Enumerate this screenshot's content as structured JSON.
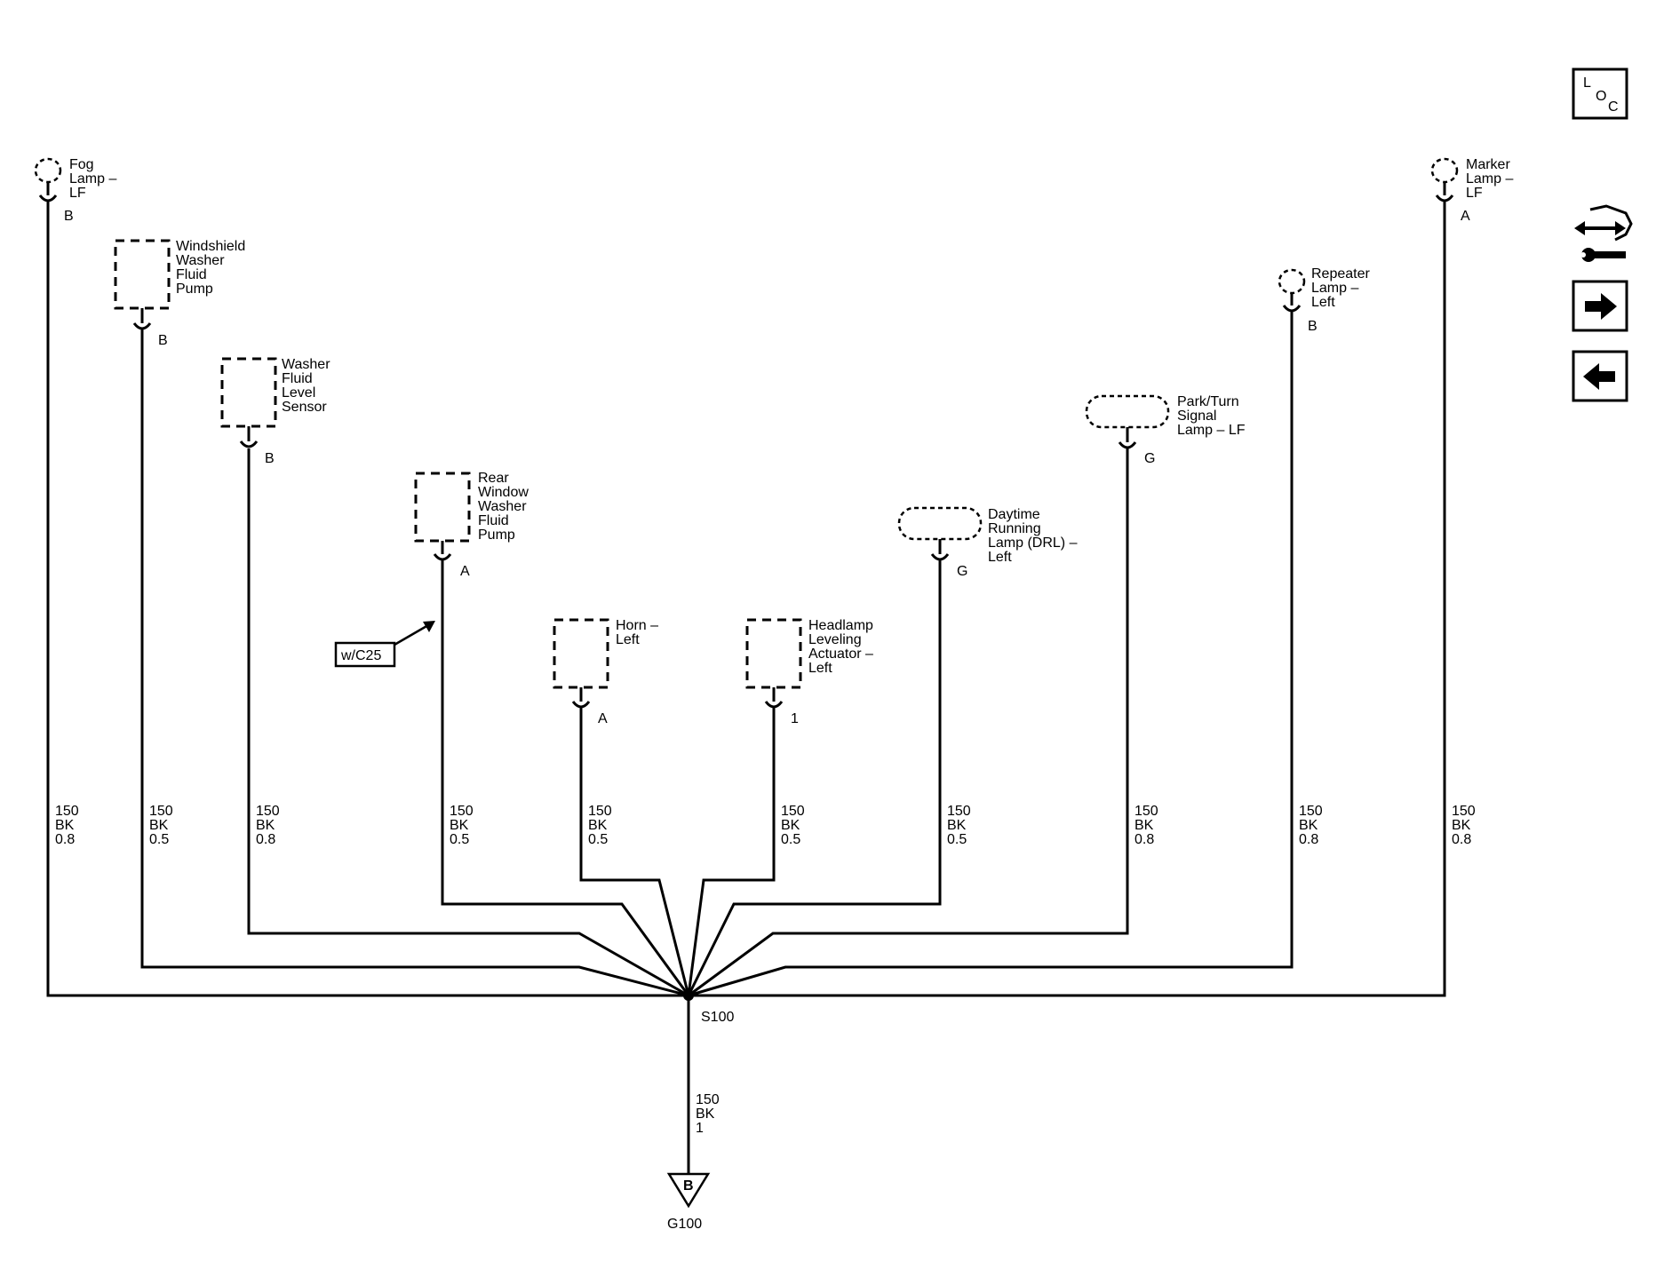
{
  "components": [
    {
      "id": "fog-lamp-lf",
      "lines": [
        "Fog",
        "Lamp –",
        "LF"
      ],
      "pin": "B",
      "wire": [
        "150",
        "BK",
        "0.8"
      ]
    },
    {
      "id": "windshield-washer-fluid-pump",
      "lines": [
        "Windshield",
        "Washer",
        "Fluid",
        "Pump"
      ],
      "pin": "B",
      "wire": [
        "150",
        "BK",
        "0.5"
      ]
    },
    {
      "id": "washer-fluid-level-sensor",
      "lines": [
        "Washer",
        "Fluid",
        "Level",
        "Sensor"
      ],
      "pin": "B",
      "wire": [
        "150",
        "BK",
        "0.8"
      ]
    },
    {
      "id": "rear-window-washer-fluid-pump",
      "lines": [
        "Rear",
        "Window",
        "Washer",
        "Fluid",
        "Pump"
      ],
      "pin": "A",
      "wire": [
        "150",
        "BK",
        "0.5"
      ]
    },
    {
      "id": "horn-left",
      "lines": [
        "Horn –",
        "Left"
      ],
      "pin": "A",
      "wire": [
        "150",
        "BK",
        "0.5"
      ]
    },
    {
      "id": "headlamp-leveling-actuator-left",
      "lines": [
        "Headlamp",
        "Leveling",
        "Actuator –",
        "Left"
      ],
      "pin": "1",
      "wire": [
        "150",
        "BK",
        "0.5"
      ]
    },
    {
      "id": "daytime-running-lamp-left",
      "lines": [
        "Daytime",
        "Running",
        "Lamp (DRL) –",
        "Left"
      ],
      "pin": "G",
      "wire": [
        "150",
        "BK",
        "0.5"
      ]
    },
    {
      "id": "park-turn-signal-lamp-lf",
      "lines": [
        "Park/Turn",
        "Signal",
        "Lamp – LF"
      ],
      "pin": "G",
      "wire": [
        "150",
        "BK",
        "0.8"
      ]
    },
    {
      "id": "repeater-lamp-left",
      "lines": [
        "Repeater",
        "Lamp –",
        "Left"
      ],
      "pin": "B",
      "wire": [
        "150",
        "BK",
        "0.8"
      ]
    },
    {
      "id": "marker-lamp-lf",
      "lines": [
        "Marker",
        "Lamp –",
        "LF"
      ],
      "pin": "A",
      "wire": [
        "150",
        "BK",
        "0.8"
      ]
    }
  ],
  "option_tag": "w/C25",
  "splice": "S100",
  "main_wire": [
    "150",
    "BK",
    "1"
  ],
  "ground_letter": "B",
  "ground": "G100",
  "nav": {
    "loc": {
      "l": "L",
      "o": "O",
      "c": "C"
    }
  }
}
